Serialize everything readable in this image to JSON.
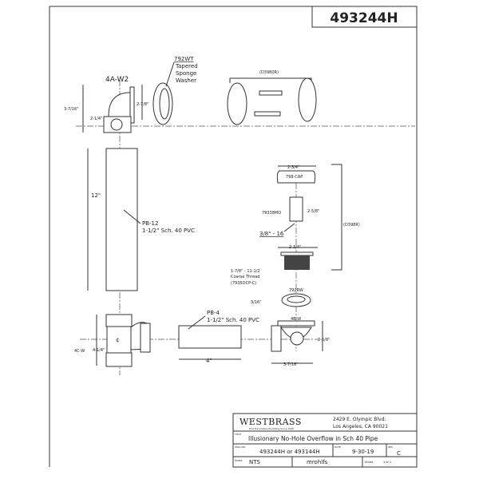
{
  "drawing_number_header": "493244H",
  "parts": {
    "elbow": {
      "name": "4A-W2",
      "dim_height": "3-7/16\"",
      "dim_low": "2-1/4\""
    },
    "washer": {
      "name": "792WT",
      "desc1": "Tapered",
      "desc2": "Sponge",
      "desc3": "Washer",
      "dim": "2-7/8\""
    },
    "overflow_plate": {
      "name": "(D3980R)"
    },
    "pipe12": {
      "name": "PB-12",
      "desc": "1-1/2\" Sch. 40 PVC",
      "dim": "12\""
    },
    "pipe4": {
      "name": "PB-4",
      "desc": "1-1/2\" Sch. 40 PVC",
      "dim": "4\""
    },
    "tee": {
      "name": "4C-W",
      "dim": "4-1/4\"",
      "centerline": "¢"
    },
    "cap": {
      "name": "798-CAP",
      "dim": "2-3/4\""
    },
    "stopper": {
      "name": "79338MO",
      "dim": "2-5/8\"",
      "thread": "3/8\" - 16"
    },
    "drain_group": {
      "name": "(D398R)"
    },
    "strainer": {
      "dim": "2-3/4\"",
      "thread1": "1-7/8\" - 11-1/2",
      "thread2": "Coarse Thread",
      "part": "(7935OCP-C)"
    },
    "gasket": {
      "name": "792RW",
      "dim": "3/16\""
    },
    "shoe": {
      "name": "4B-W",
      "dim_height": "2-5/8\"",
      "dim_width": "3-7/16\""
    }
  },
  "title_block": {
    "company": "WESTBRASS",
    "tagline": "Fine Decorative Plumbing Since 1935",
    "address1": "2429 E. Olympic Blvd.",
    "address2": "Los Angeles, CA 90021",
    "title_label": "TITLE",
    "title": "Illusionary No-Hole Overflow in Sch 40 Pipe",
    "dwg_label": "DWG NO.",
    "dwg_no": "493244H or 493144H",
    "date_label": "DATE",
    "date": "9-30-19",
    "rev_label": "REV",
    "rev": "C",
    "scale_label": "Scale",
    "scale": "NTS",
    "drawn_by": "mrohlfs",
    "sheet_label": "Sheet",
    "sheet": "1  of  1"
  }
}
